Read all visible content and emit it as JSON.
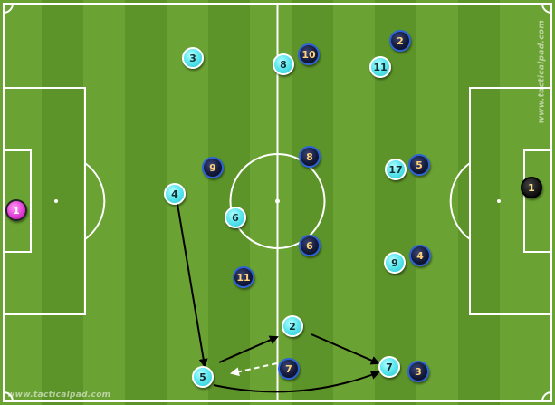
{
  "watermark": {
    "top": "www.tacticalpad.com",
    "bottom": "www.tacticalpad.com"
  },
  "colors": {
    "grass_light": "#6aa233",
    "grass_dark": "#5c9429",
    "team_a": "#5fe8ee",
    "team_b": "#141a3a",
    "keeper_a": "#e23ed6",
    "keeper_b": "#151515"
  },
  "team_cyan": [
    {
      "number": "3"
    },
    {
      "number": "8"
    },
    {
      "number": "11"
    },
    {
      "number": "17"
    },
    {
      "number": "4"
    },
    {
      "number": "6"
    },
    {
      "number": "9"
    },
    {
      "number": "2"
    },
    {
      "number": "5"
    },
    {
      "number": "7"
    }
  ],
  "team_dark": [
    {
      "number": "10"
    },
    {
      "number": "2"
    },
    {
      "number": "9"
    },
    {
      "number": "8"
    },
    {
      "number": "5"
    },
    {
      "number": "6"
    },
    {
      "number": "4"
    },
    {
      "number": "11"
    },
    {
      "number": "7"
    },
    {
      "number": "3"
    }
  ],
  "keepers": {
    "cyan_team": "1",
    "dark_team": "1"
  },
  "movements": [
    {
      "from": "cyan 4",
      "to": "cyan 5",
      "type": "run"
    },
    {
      "from": "cyan 5",
      "to": "cyan 2",
      "type": "pass"
    },
    {
      "from": "cyan 2",
      "to": "cyan 7",
      "type": "pass"
    },
    {
      "from": "cyan 5",
      "to": "cyan 7",
      "type": "run-curve"
    },
    {
      "from": "dark 7",
      "to": "cyan 5",
      "type": "pressure-dashed"
    }
  ]
}
